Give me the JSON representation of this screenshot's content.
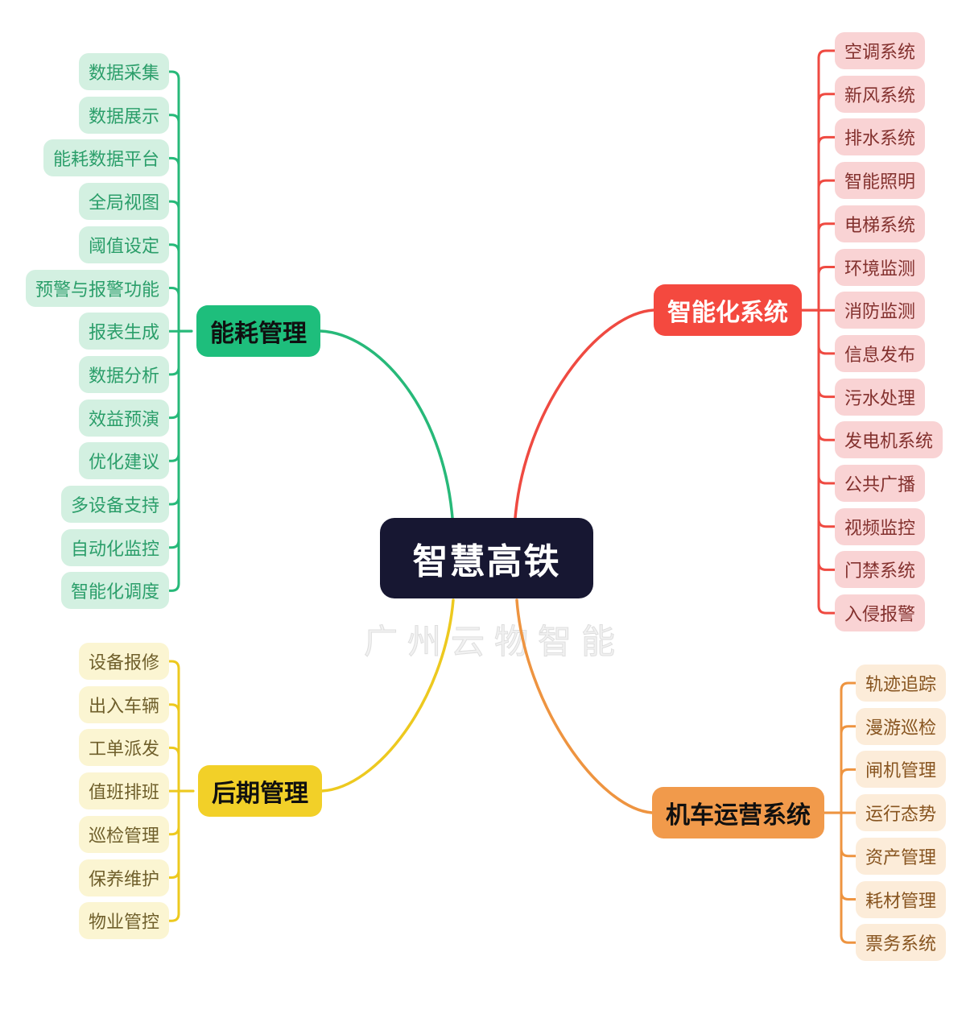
{
  "center": {
    "label": "智慧高铁",
    "bg": "#171732",
    "text_color": "#ffffff"
  },
  "watermark": {
    "text": "广州云物智能",
    "color": "#dedede"
  },
  "branches": [
    {
      "name": "energy-management",
      "label": "能耗管理",
      "side": "left",
      "position": "top",
      "colors": {
        "node_bg": "#1ebe7c",
        "node_text": "#101010",
        "line": "#27b979",
        "leaf_bg": "#d3f0e1",
        "leaf_text": "#2b9e6a"
      },
      "leaves": [
        "数据采集",
        "数据展示",
        "能耗数据平台",
        "全局视图",
        "阈值设定",
        "预警与报警功能",
        "报表生成",
        "数据分析",
        "效益预演",
        "优化建议",
        "多设备支持",
        "自动化监控",
        "智能化调度"
      ]
    },
    {
      "name": "intelligent-systems",
      "label": "智能化系统",
      "side": "right",
      "position": "top",
      "colors": {
        "node_bg": "#f4493f",
        "node_text": "#ffffff",
        "line": "#ef4a41",
        "leaf_bg": "#f9d3d4",
        "leaf_text": "#83312e"
      },
      "leaves": [
        "空调系统",
        "新风系统",
        "排水系统",
        "智能照明",
        "电梯系统",
        "环境监测",
        "消防监测",
        "信息发布",
        "污水处理",
        "发电机系统",
        "公共广播",
        "视频监控",
        "门禁系统",
        "入侵报警"
      ]
    },
    {
      "name": "later-stage-management",
      "label": "后期管理",
      "side": "left",
      "position": "bottom",
      "colors": {
        "node_bg": "#f2d028",
        "node_text": "#101010",
        "line": "#edc91f",
        "leaf_bg": "#fbf5d2",
        "leaf_text": "#6f5f2b"
      },
      "leaves": [
        "设备报修",
        "出入车辆",
        "工单派发",
        "值班排班",
        "巡检管理",
        "保养维护",
        "物业管控"
      ]
    },
    {
      "name": "locomotive-operation-system",
      "label": "机车运营系统",
      "side": "right",
      "position": "bottom",
      "colors": {
        "node_bg": "#f19a4b",
        "node_text": "#101010",
        "line": "#ee9440",
        "leaf_bg": "#fcecd9",
        "leaf_text": "#87541f"
      },
      "leaves": [
        "轨迹追踪",
        "漫游巡检",
        "闸机管理",
        "运行态势",
        "资产管理",
        "耗材管理",
        "票务系统"
      ]
    }
  ]
}
